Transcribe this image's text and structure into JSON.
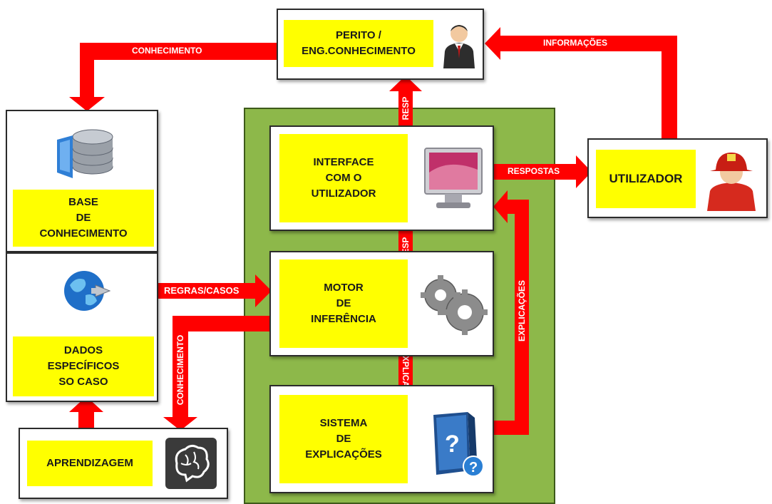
{
  "nodes": {
    "perito": "PERITO /\nENG.CONHECIMENTO",
    "interface": "INTERFACE\nCOM O\nUTILIZADOR",
    "motor": "MOTOR\nDE\nINFERÊNCIA",
    "sistema": "SISTEMA\nDE\nEXPLICAÇÕES",
    "utilizador": "UTILIZADOR",
    "base": "BASE\nDE\nCONHECIMENTO",
    "dados": "DADOS\nESPECÍFICOS\nSO CASO",
    "aprendizagem": "APRENDIZAGEM"
  },
  "edges": {
    "conhecimento_top": "CONHECIMENTO",
    "informacoes": "INFORMAÇÕES",
    "resp_top": "RESP",
    "resp_mid": "RESP",
    "respostas": "RESPOSTAS",
    "regras": "REGRAS/CASOS",
    "conhecimento_left": "CONHECIMENTO",
    "explicacoes_down": "EXPLICACOES",
    "explicacoes_up": "EXPLICAÇÕES"
  },
  "colors": {
    "arrow": "#ff0000",
    "label_bg": "#ffff00",
    "container": "#8db84a"
  },
  "icons": {
    "perito": "businessman-icon",
    "interface": "monitor-icon",
    "motor": "gears-icon",
    "sistema": "help-book-icon",
    "utilizador": "firefighter-icon",
    "base": "database-icon",
    "dados": "globe-icon",
    "aprendizagem": "brain-icon"
  }
}
